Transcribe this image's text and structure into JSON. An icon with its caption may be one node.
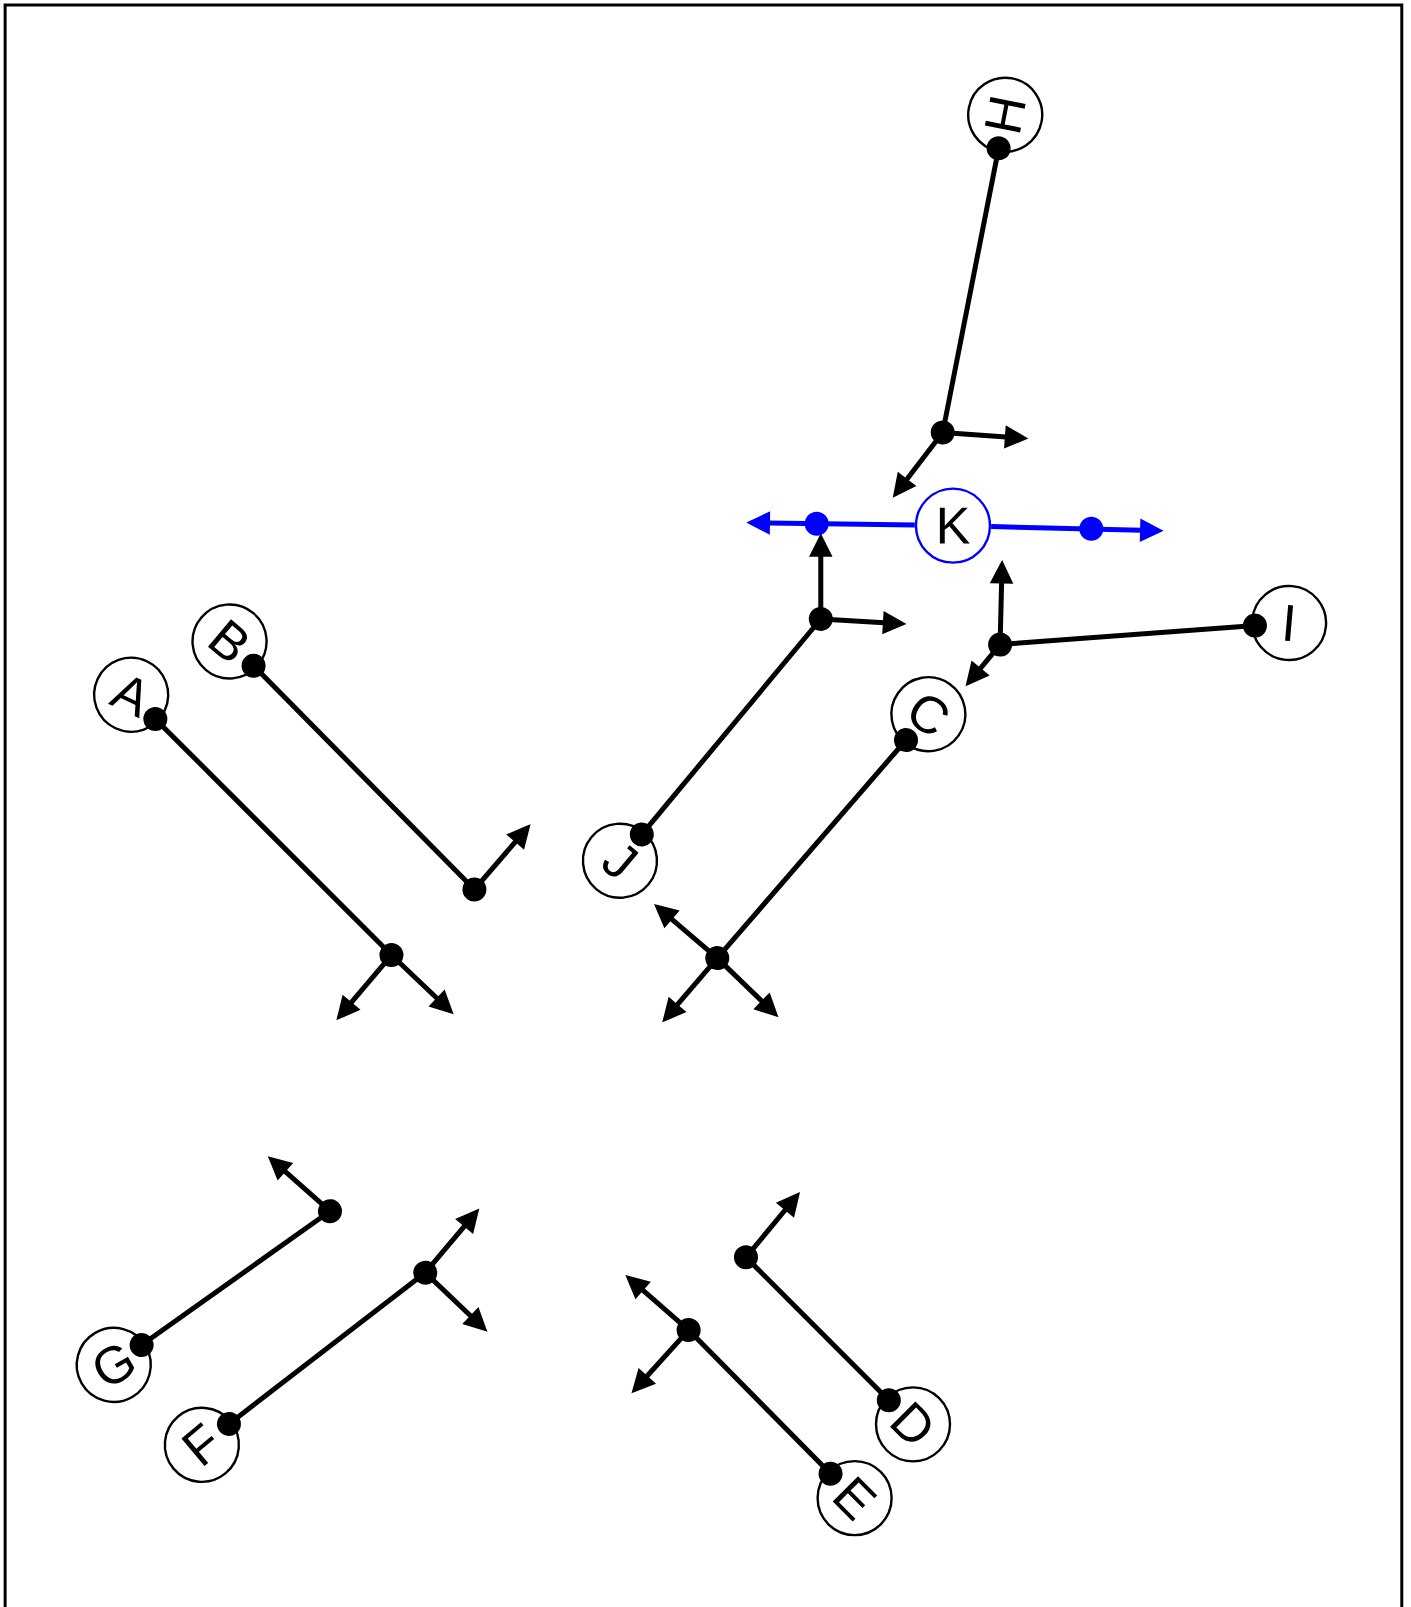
{
  "diagram": {
    "nodes": [
      {
        "text": [
          "A"
        ]
      },
      {
        "text": [
          "B"
        ]
      },
      {
        "text": [
          "C"
        ]
      },
      {
        "text": [
          "D"
        ]
      },
      {
        "text": [
          "E"
        ]
      },
      {
        "text": [
          "F"
        ]
      },
      {
        "text": [
          "G"
        ]
      },
      {
        "text": [
          "H"
        ]
      },
      {
        "text": [
          "I"
        ]
      },
      {
        "text": [
          "J"
        ]
      },
      {
        "text": [
          "K"
        ]
      }
    ],
    "edges": [
      {
        "from": 0,
        "to": null,
        "arrow": "other"
      },
      {
        "from": 1,
        "to": null,
        "arrow": "other"
      },
      {
        "from": 2,
        "to": null,
        "arrow": "other"
      },
      {
        "from": 3,
        "to": null,
        "arrow": "other"
      },
      {
        "from": 4,
        "to": null,
        "arrow": "other"
      },
      {
        "from": 5,
        "to": null,
        "arrow": "other"
      },
      {
        "from": 6,
        "to": null,
        "arrow": "other"
      },
      {
        "from": 7,
        "to": null,
        "arrow": "other"
      },
      {
        "from": 8,
        "to": null,
        "arrow": "other"
      },
      {
        "from": 9,
        "to": null,
        "arrow": "other"
      },
      {
        "from": 10,
        "to": null,
        "arrow": "to",
        "color": "#0000ff"
      },
      {
        "from": 10,
        "to": null,
        "arrow": "to",
        "color": "#0000ff"
      }
    ]
  }
}
